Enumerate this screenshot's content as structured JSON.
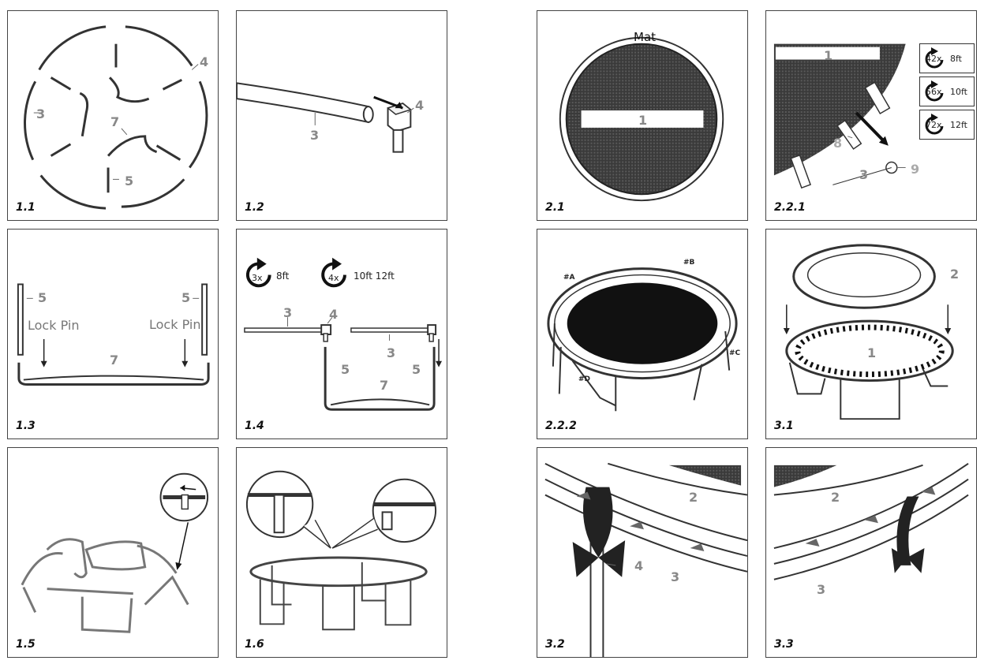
{
  "panels": {
    "p11": {
      "step": "1.1",
      "labels": {
        "three": "3",
        "four": "4",
        "five": "5",
        "seven": "7"
      }
    },
    "p12": {
      "step": "1.2",
      "labels": {
        "three": "3",
        "four": "4"
      }
    },
    "p13": {
      "step": "1.3",
      "labels": {
        "five_left": "5",
        "five_right": "5",
        "seven": "7",
        "lock_left": "Lock Pin",
        "lock_right": "Lock Pin"
      }
    },
    "p14": {
      "step": "1.4",
      "rot1": {
        "count": "3x",
        "size": "8ft"
      },
      "rot2": {
        "count": "4x",
        "size": "10ft 12ft"
      },
      "labels": {
        "three_left": "3",
        "four": "4",
        "three_right": "3",
        "five_left": "5",
        "five_right": "5",
        "seven": "7"
      }
    },
    "p15": {
      "step": "1.5"
    },
    "p16": {
      "step": "1.6"
    },
    "p21": {
      "step": "2.1",
      "mat": "Mat",
      "one": "1"
    },
    "p221": {
      "step": "2.2.1",
      "one": "1",
      "eight": "8",
      "three": "3",
      "nine": "9",
      "rotations": [
        {
          "count": "42x",
          "size": "8ft"
        },
        {
          "count": "56x",
          "size": "10ft"
        },
        {
          "count": "72x",
          "size": "12ft"
        }
      ]
    },
    "p222": {
      "step": "2.2.2",
      "a": "#A",
      "b": "#B",
      "c": "#C",
      "d": "#D"
    },
    "p31": {
      "step": "3.1",
      "two": "2",
      "one": "1"
    },
    "p32": {
      "step": "3.2",
      "two": "2",
      "four": "4",
      "three": "3"
    },
    "p33": {
      "step": "3.3",
      "two": "2",
      "three": "3"
    }
  }
}
